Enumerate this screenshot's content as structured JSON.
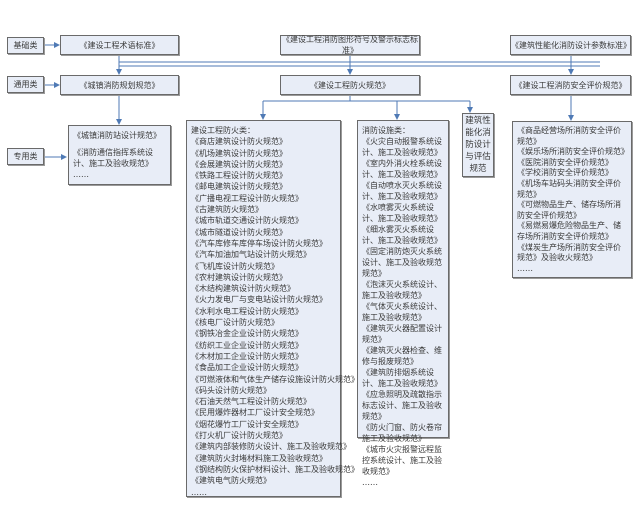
{
  "categories": {
    "basic": "基础类",
    "general": "通用类",
    "special": "专用类"
  },
  "top_row": {
    "terminology": "《建设工程术语标准》",
    "symbols": "《建设工程消防图形符号及警示标志标准》",
    "performance_params": "《建筑性能化消防设计参数标准》"
  },
  "second_row": {
    "urban_planning": "《城镇消防规划规范》",
    "fire_code": "《建设工程防火规范》",
    "safety_eval": "《建设工程消防安全评价规范》"
  },
  "special_box": {
    "items": [
      "《城镇消防站设计规范》",
      "",
      "《消防通信指挥系统设计、施工及验收规范》",
      "……"
    ]
  },
  "fire_design_box": {
    "heading": "建设工程防火类：",
    "items": [
      "《商店建筑设计防火规范》",
      "《机场建筑设计防火规范》",
      "《会展建筑设计防火规范》",
      "《铁路工程设计防火规范》",
      "《邮电建筑设计防火规范》",
      "《广播电视工程设计防火规范》",
      "《古建筑防火规范》",
      "《城市轨道交通设计防火规范》",
      "《城市隧道设计防火规范》",
      "《汽车库修车库停车场设计防火规范》",
      "《汽车加油加气站设计防火规范》",
      "《飞机库设计防火规范》",
      "《农村建筑设计防火规范》",
      "《木结构建筑设计防火规范》",
      "《火力发电厂与变电站设计防火规范》",
      "《水利水电工程设计防火规范》",
      "《核电厂设计防火规范》",
      "《钢铁冶金企业设计防火规范》",
      "《纺织工业企业设计防火规范》",
      "《木材加工企业设计防火规范》",
      "《食品加工企业设计防火规范》",
      "《可燃液体和气体生产储存设施设计防火规范》",
      "《码头设计防火规范》",
      "《石油天然气工程设计防火规范》",
      "《民用爆炸器材工厂设计安全规范》",
      "《烟花爆竹工厂设计安全规范》",
      "《打火机厂设计防火规范》",
      "《建筑内部装修防火设计、施工及验收规范》",
      "《建筑防火封堵材料施工及验收规范》",
      "《钢结构防火保护材料设计、施工及验收规范》",
      "《建筑电气防火规范》",
      "……"
    ]
  },
  "facility_box": {
    "heading": "消防设施类：",
    "items": [
      "《火灾自动报警系统设计、施工及验收规范》",
      "《室内外消火栓系统设计、施工及验收规范》",
      "《自动喷水灭火系统设计、施工及验收规范》",
      "《水喷雾灭火系统设计、施工及验收规范》",
      "《细水雾灭火系统设计、施工及验收规范》",
      "《固定消防炮灭火系统设计、施工及验收规范规范》",
      "《泡沫灭火系统设计、施工及验收规范》",
      "《气体灭火系统设计、施工及验收规范》",
      "《建筑灭火器配置设计规范》",
      "《建筑灭火器检查、维修与报废规范》",
      "《建筑防排烟系统设计、施工及验收规范》",
      "《应急照明及疏散指示标志设计、施工及验收规范》",
      "《防火门窗、防火卷帘施工及验收规范》",
      "《城市火灾报警远程监控系统设计、施工及验收规范》",
      "……"
    ]
  },
  "performance_box": {
    "text": "建筑性能化消防设计与评估规范"
  },
  "eval_box": {
    "items": [
      "《商品经营场所消防安全评价规范》",
      "《娱乐场所消防安全评价规范》",
      "《医院消防安全评价规范》",
      "《学校消防安全评价规范》",
      "《机场车站码头消防安全评价规范》",
      "《可燃物品生产、储存场所消防安全评价规范》",
      "《易燃易爆危险物品生产、储存场所消防安全评价规范》",
      "《煤炭生产场所消防安全评价规范》及验收火规范》",
      "……"
    ]
  },
  "colors": {
    "box_fill": "#e8edf7",
    "box_border": "#6a6a6a",
    "connector": "#4f7ab5"
  }
}
